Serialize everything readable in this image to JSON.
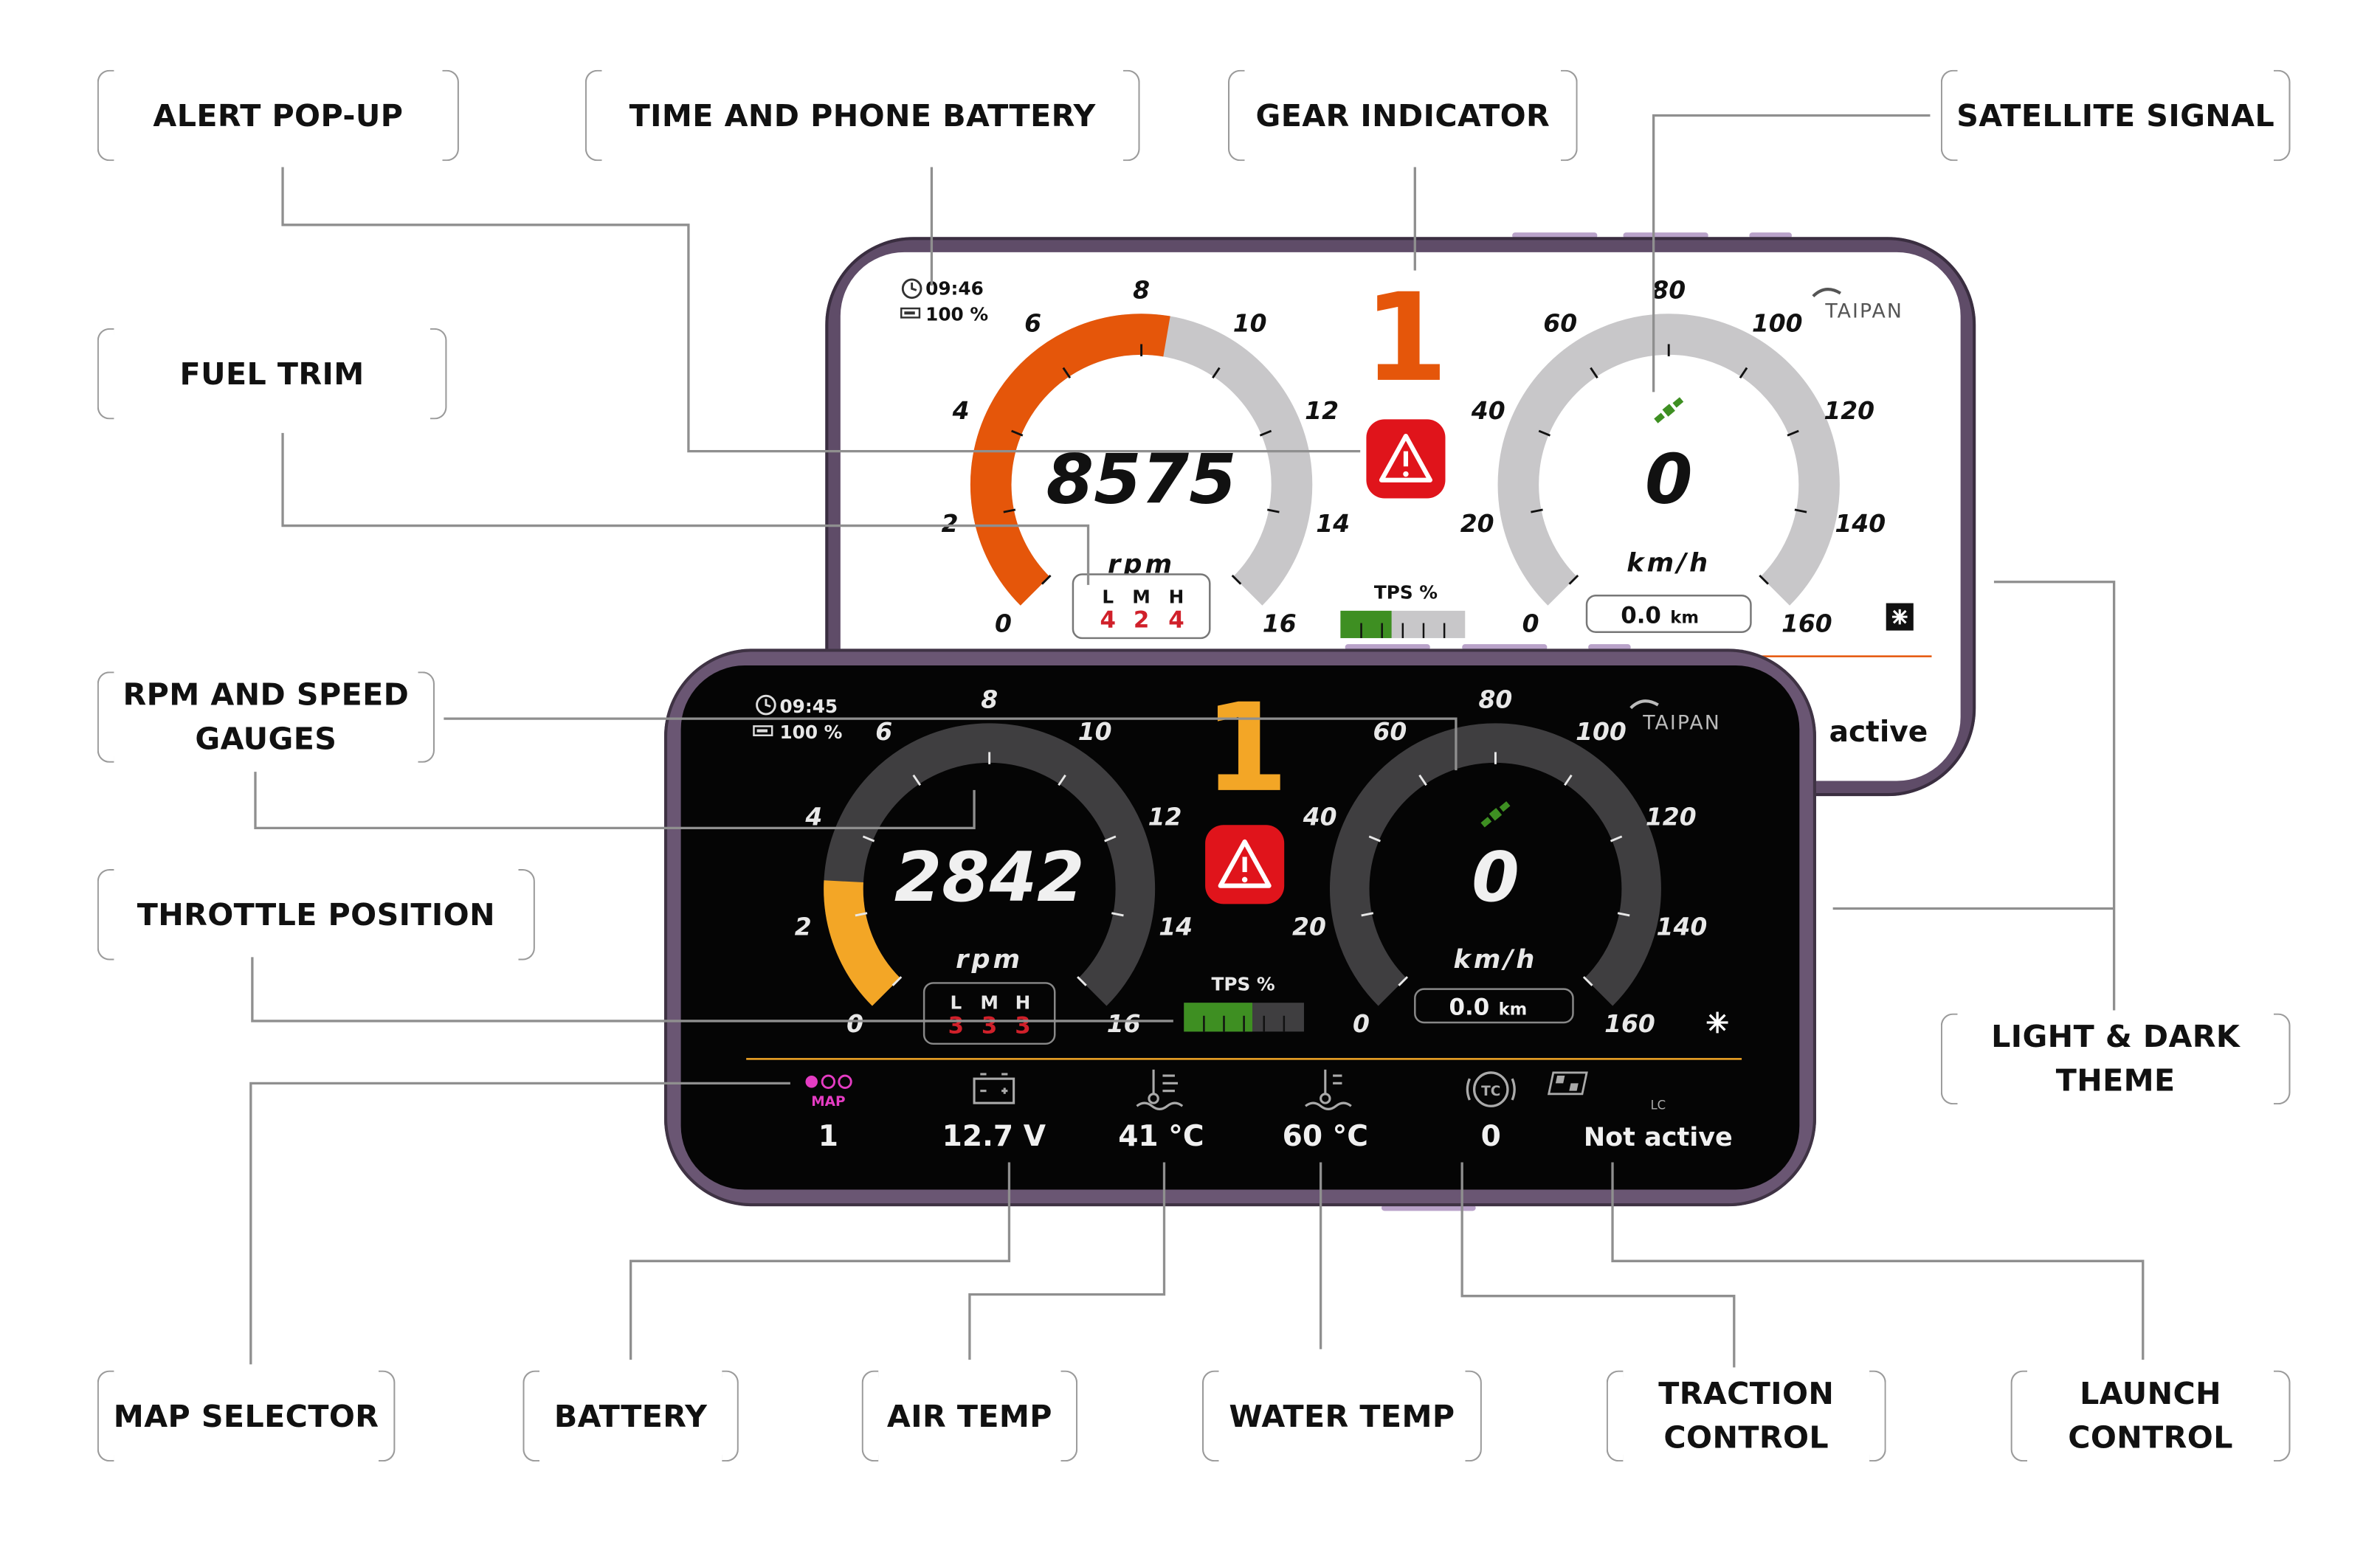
{
  "callouts": {
    "alert_popup": "ALERT POP-UP",
    "time_battery": "TIME AND PHONE BATTERY",
    "gear_indicator": "GEAR INDICATOR",
    "satellite_signal": "SATELLITE SIGNAL",
    "fuel_trim": "FUEL TRIM",
    "rpm_speed": "RPM AND SPEED\nGAUGES",
    "throttle_position": "THROTTLE POSITION",
    "light_dark": "LIGHT & DARK\nTHEME",
    "map_selector": "MAP SELECTOR",
    "battery": "BATTERY",
    "air_temp": "AIR TEMP",
    "water_temp": "WATER TEMP",
    "traction_control": "TRACTION\nCONTROL",
    "launch_control": "LAUNCH\nCONTROL"
  },
  "light": {
    "time": "09:46",
    "phone_battery": "100 %",
    "brand": "TAIPAN",
    "gear": "1",
    "rpm": "8575",
    "rpm_unit": "rpm",
    "rpm_ticks": [
      "0",
      "2",
      "4",
      "6",
      "8",
      "10",
      "12",
      "14",
      "16"
    ],
    "speed": "0",
    "speed_unit": "km/h",
    "speed_ticks": [
      "0",
      "20",
      "40",
      "60",
      "80",
      "100",
      "120",
      "140",
      "160"
    ],
    "trip": "0.0",
    "trip_unit": "km",
    "tps_label": "TPS %",
    "fuel_trim": {
      "l_label": "L",
      "m_label": "M",
      "h_label": "H",
      "l": "4",
      "m": "2",
      "h": "4"
    },
    "launch_status": "active",
    "rpm_fraction": 0.5359,
    "tps_fraction": 0.41,
    "colors": {
      "accent": "#e5560a",
      "gauge_bg": "#c8c7c9",
      "text": "#111111",
      "alert": "#e0141b",
      "tps": "#3e8f22",
      "trim": "#d0202a"
    }
  },
  "dark": {
    "time": "09:45",
    "phone_battery": "100 %",
    "brand": "TAIPAN",
    "gear": "1",
    "rpm": "2842",
    "rpm_unit": "rpm",
    "rpm_ticks": [
      "0",
      "2",
      "4",
      "6",
      "8",
      "10",
      "12",
      "14",
      "16"
    ],
    "speed": "0",
    "speed_unit": "km/h",
    "speed_ticks": [
      "0",
      "20",
      "40",
      "60",
      "80",
      "100",
      "120",
      "140",
      "160"
    ],
    "trip": "0.0",
    "trip_unit": "km",
    "tps_label": "TPS %",
    "fuel_trim": {
      "l_label": "L",
      "m_label": "M",
      "h_label": "H",
      "l": "3",
      "m": "3",
      "h": "3"
    },
    "rpm_fraction": 0.1776,
    "tps_fraction": 0.57,
    "colors": {
      "accent": "#f3a626",
      "gauge_bg": "#3f3e40",
      "text": "#e8e8e8",
      "alert": "#e0141b",
      "tps": "#3e8f22",
      "trim": "#d0202a"
    },
    "footer": {
      "map_label": "MAP",
      "map_value": "1",
      "battery_value": "12.7 V",
      "air_temp_value": "41 °C",
      "water_temp_value": "60 °C",
      "traction_value": "0",
      "launch_value": "Not active",
      "tc_badge": "TC",
      "lc_badge": "LC"
    }
  },
  "icons": [
    "clock-icon",
    "phone-battery-icon",
    "taipan-logo",
    "alert-icon",
    "satellite-icon",
    "theme-toggle-icon",
    "map-dots-icon",
    "car-battery-icon",
    "air-temp-icon",
    "water-temp-icon",
    "traction-control-icon",
    "launch-control-icon"
  ]
}
